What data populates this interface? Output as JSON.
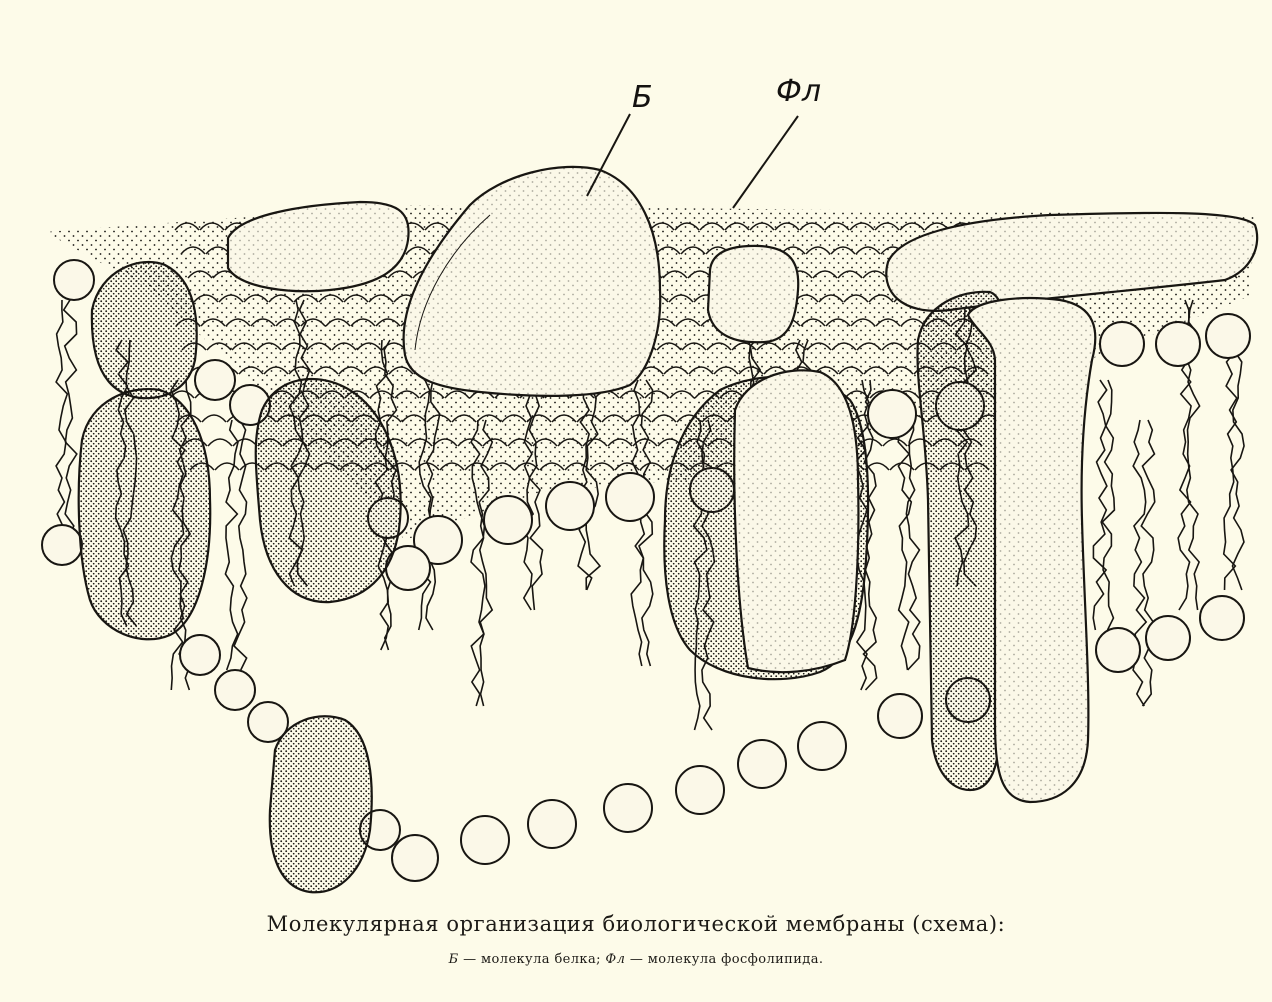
{
  "labels": {
    "protein": "Б",
    "phospholipid": "Фл"
  },
  "caption": {
    "title": "Молекулярная организация биологической мембраны (схема):",
    "legend_b_symbol": "Б",
    "legend_b_text": " — молекула белка; ",
    "legend_fl_symbol": "Фл",
    "legend_fl_text": " — молекула фосфолипида."
  },
  "colors": {
    "background": "#fdfbe9",
    "ink": "#181612",
    "protein_fill": "#fbf8e8"
  }
}
